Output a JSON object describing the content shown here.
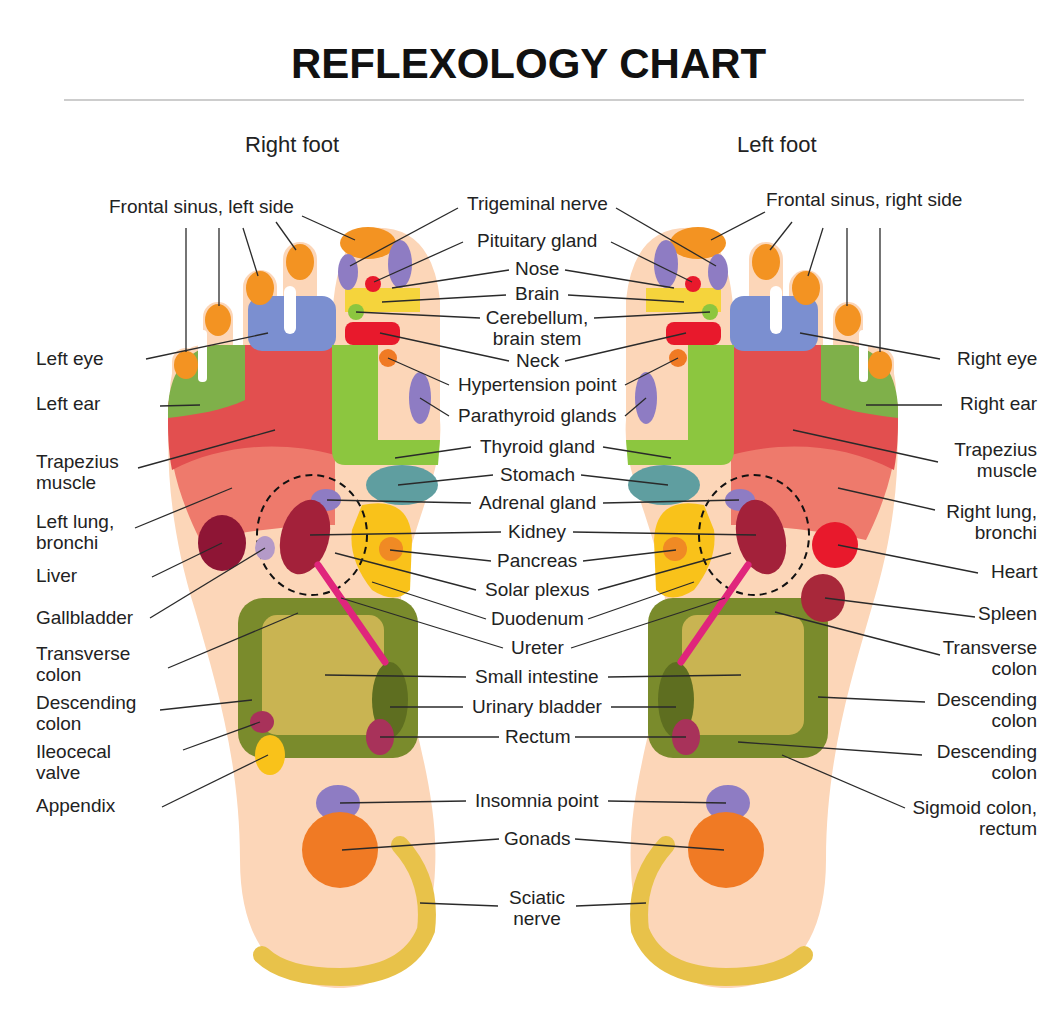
{
  "diagram": {
    "title": "REFLEXOLOGY CHART",
    "labels": [
      "Right foot",
      "Left foot",
      "Frontal sinus, left side",
      "Trigeminal nerve",
      "Frontal sinus, right side",
      "Pituitary gland",
      "Nose",
      "Brain",
      "Cerebellum, brain stem",
      "Left eye",
      "Neck",
      "Right eye",
      "Hypertension point",
      "Left ear",
      "Parathyroid glands",
      "Right ear",
      "Thyroid gland",
      "Trapezius muscle",
      "Trapezius muscle",
      "Stomach",
      "Adrenal gland",
      "Right lung, bronchi",
      "Left lung, bronchi",
      "Kidney",
      "Pancreas",
      "Liver",
      "Heart",
      "Solar plexus",
      "Spleen",
      "Gallbladder",
      "Duodenum",
      "Ureter",
      "Transverse colon",
      "Transverse colon",
      "Small intestine",
      "Descending colon",
      "Descending colon",
      "Urinary bladder",
      "Rectum",
      "Descending colon",
      "Ileocecal valve",
      "Insomnia point",
      "Appendix",
      "Sigmoid colon, rectum",
      "Gonads",
      "Sciatic nerve"
    ]
  }
}
